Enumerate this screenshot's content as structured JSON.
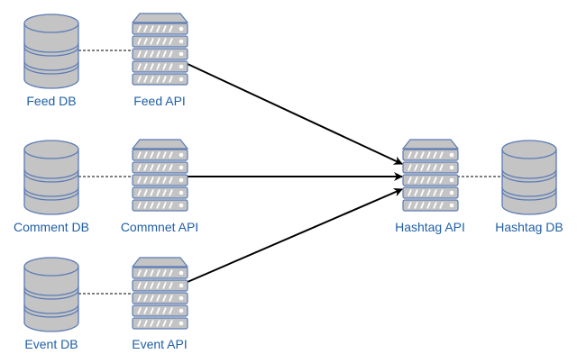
{
  "diagram": {
    "nodes": {
      "feed_db": {
        "label": "Feed DB",
        "kind": "database"
      },
      "feed_api": {
        "label": "Feed API",
        "kind": "server"
      },
      "comment_db": {
        "label": "Comment DB",
        "kind": "database"
      },
      "comment_api": {
        "label": "Commnet API",
        "kind": "server"
      },
      "event_db": {
        "label": "Event DB",
        "kind": "database"
      },
      "event_api": {
        "label": "Event API",
        "kind": "server"
      },
      "hashtag_api": {
        "label": "Hashtag API",
        "kind": "server"
      },
      "hashtag_db": {
        "label": "Hashtag DB",
        "kind": "database"
      }
    },
    "edges": [
      {
        "from": "feed_db",
        "to": "feed_api",
        "style": "dashed"
      },
      {
        "from": "comment_db",
        "to": "comment_api",
        "style": "dashed"
      },
      {
        "from": "event_db",
        "to": "event_api",
        "style": "dashed"
      },
      {
        "from": "hashtag_api",
        "to": "hashtag_db",
        "style": "dashed"
      },
      {
        "from": "feed_api",
        "to": "hashtag_api",
        "style": "arrow"
      },
      {
        "from": "comment_api",
        "to": "hashtag_api",
        "style": "arrow"
      },
      {
        "from": "event_api",
        "to": "hashtag_api",
        "style": "arrow"
      }
    ],
    "colors": {
      "label": "#1f5fa5",
      "icon_fill": "#c4c4c4",
      "icon_stroke": "#5b7bb5",
      "arrow": "#000000"
    }
  }
}
